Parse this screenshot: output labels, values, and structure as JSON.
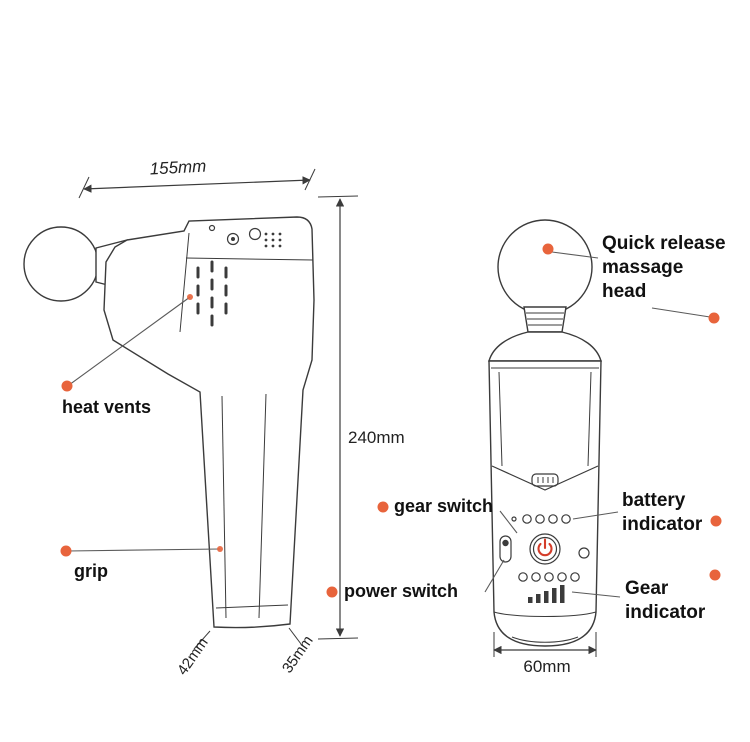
{
  "page": {
    "background": "#ffffff"
  },
  "colors": {
    "callout_dot": "#e8643c",
    "line_art": "#3b3b3b",
    "leader_line": "#5a5a5a",
    "power_icon": "#d43d2a",
    "label_text": "#111111",
    "dim_text": "#222222"
  },
  "side_view": {
    "labels": {
      "heat_vents": "heat vents",
      "grip": "grip"
    },
    "dimensions": {
      "length": "155mm",
      "height": "240mm",
      "grip_top_width": "42mm",
      "grip_bottom_width": "35mm"
    }
  },
  "front_view": {
    "labels": {
      "quick_release": "Quick release\nmassage\nhead",
      "gear_switch": "gear switch",
      "power_switch": "power switch",
      "battery_indicator": "battery\nindicator",
      "gear_indicator": "Gear\nindicator"
    },
    "dimensions": {
      "width": "60mm"
    }
  }
}
